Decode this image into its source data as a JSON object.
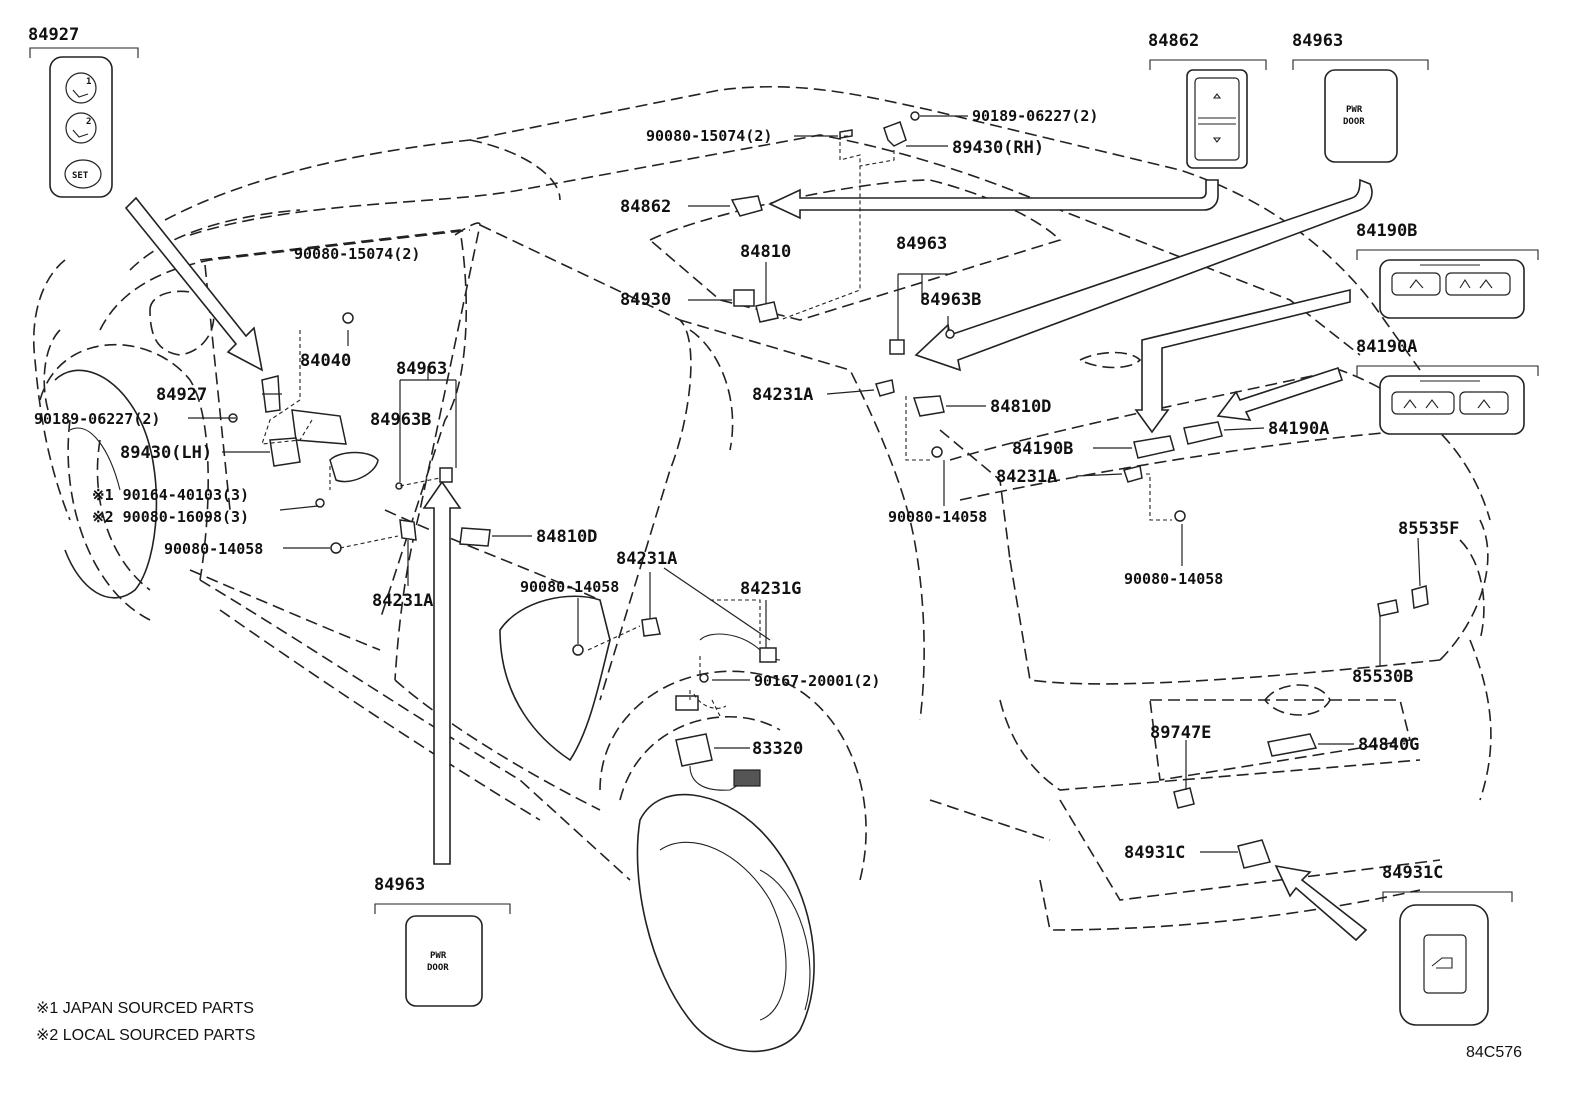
{
  "labels": {
    "callout_84927": "84927",
    "callout_84862": "84862",
    "callout_84963_top": "84963",
    "callout_84190b": "84190B",
    "callout_84190a": "84190A",
    "callout_84931c": "84931C",
    "callout_84963_bottom": "84963",
    "p_90189_rh": "90189-06227(2)",
    "p_90080_15074_rh": "90080-15074(2)",
    "p_89430_rh": "89430(RH)",
    "p_84862": "84862",
    "p_84810": "84810",
    "p_84930": "84930",
    "p_84963_roof": "84963",
    "p_84963b_roof": "84963B",
    "p_90080_15074_lh": "90080-15074(2)",
    "p_84040": "84040",
    "p_84927": "84927",
    "p_84963_lh": "84963",
    "p_84963b_lh": "84963B",
    "p_90189_lh": "90189-06227(2)",
    "p_89430_lh": "89430(LH)",
    "p_90164": "※1 90164-40103(3)",
    "p_90080_16098": "※2 90080-16098(3)",
    "p_90080_14058_lh": "90080-14058",
    "p_84231a_lh": "84231A",
    "p_84810d_lh": "84810D",
    "p_84231a_rear": "84231A",
    "p_84810d_rh": "84810D",
    "p_84190b": "84190B",
    "p_84190a": "84190A",
    "p_84231a_rh": "84231A",
    "p_90080_14058_mid": "90080-14058",
    "p_90080_14058_rh": "90080-14058",
    "p_84231a_c": "84231A",
    "p_90080_14058_c": "90080-14058",
    "p_84231g": "84231G",
    "p_90167": "90167-20001(2)",
    "p_83320": "83320",
    "p_85535f": "85535F",
    "p_85530b": "85530B",
    "p_89747e": "89747E",
    "p_84840g": "84840G",
    "p_84931c": "84931C"
  },
  "switch_text": {
    "pwr": "PWR",
    "door": "DOOR",
    "set": "SET",
    "memory_1": "1",
    "memory_2": "2",
    "heater_left": "",
    "heater_right": ""
  },
  "notes": {
    "note1": "※1 JAPAN SOURCED PARTS",
    "note2": "※2 LOCAL SOURCED PARTS"
  },
  "diagram_id": "84C576",
  "icons": [
    "seat-memory-icon",
    "rear-door-icon",
    "seat-heater-icon",
    "up-arrow-icon",
    "down-arrow-icon"
  ]
}
